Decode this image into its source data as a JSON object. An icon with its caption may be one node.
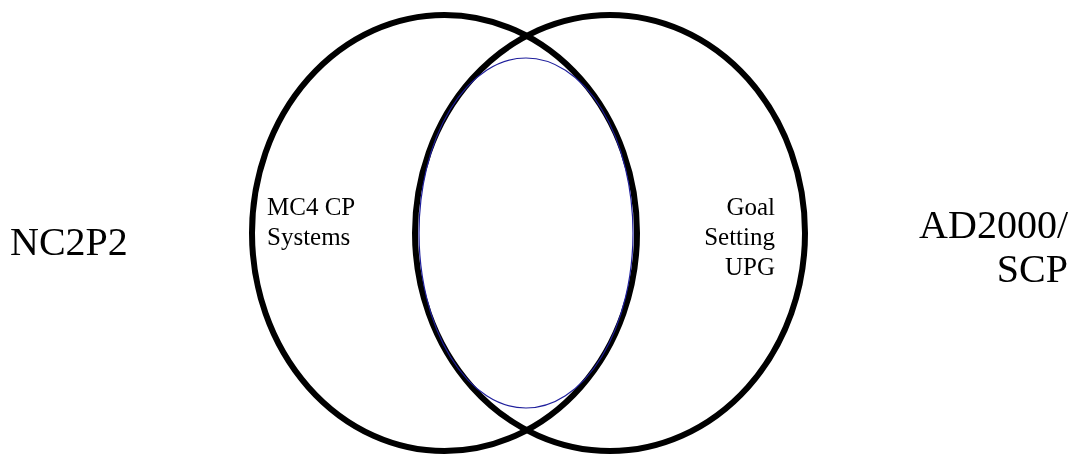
{
  "diagram": {
    "nodes": [
      {
        "text": [
          "MC4 CP Systems"
        ],
        "beside": [
          "NC2P2"
        ]
      },
      {
        "text": [
          "Goal Setting UPG"
        ],
        "beside": [
          "AD2000/ SCP"
        ]
      },
      {
        "text": [],
        "shape": "ellipse"
      }
    ]
  }
}
